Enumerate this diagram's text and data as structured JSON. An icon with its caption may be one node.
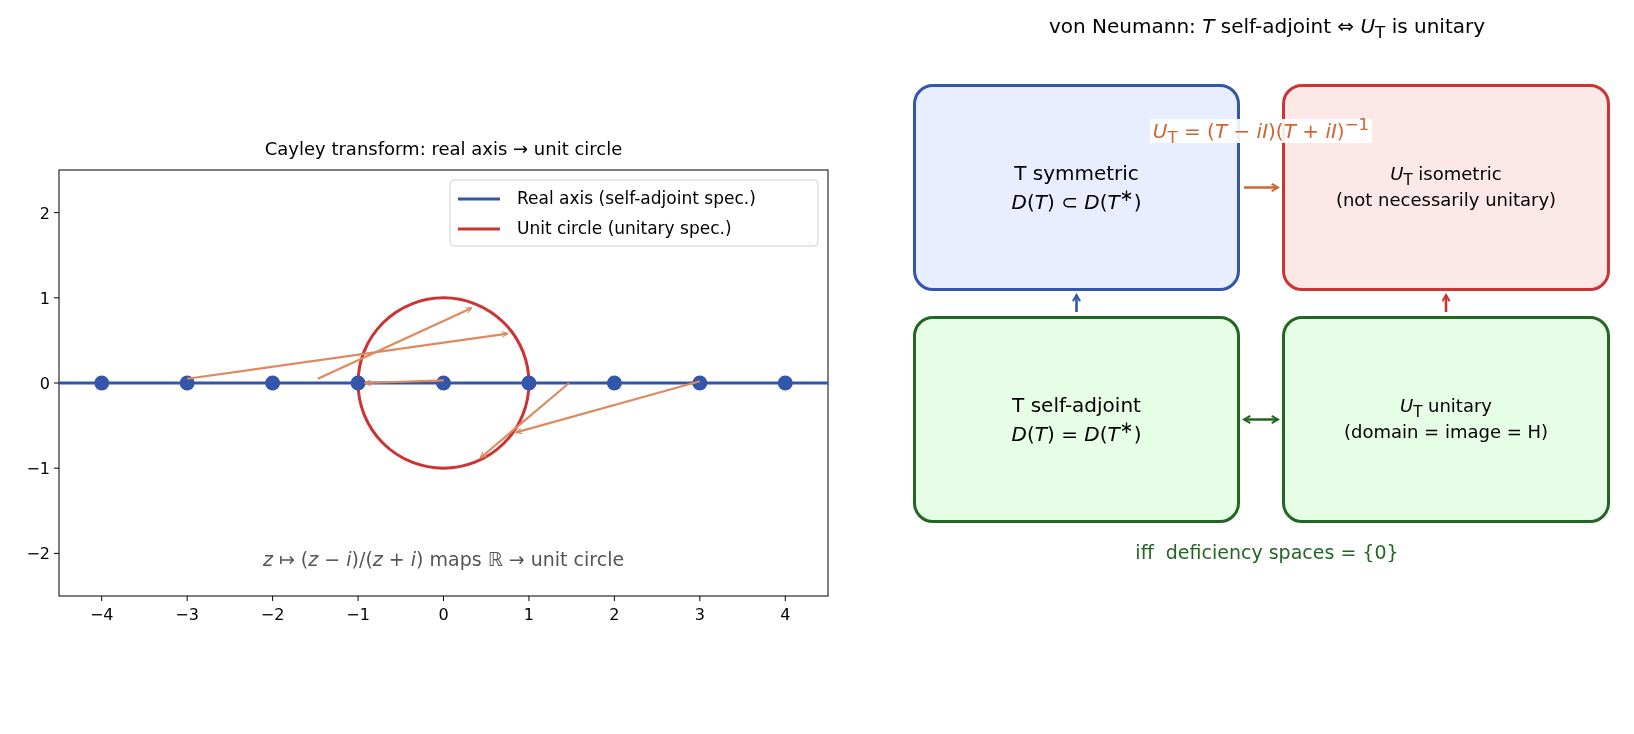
{
  "diagram": {
    "title": "von Neumann: *T* self-adjoint ⇔ *U*$_{T}$ is unitary",
    "nodes": [
      {
        "text": [
          "T symmetric",
          "*D*(*T*) ⊂ *D*(*T*$^{∗}$)"
        ]
      },
      {
        "text": [
          "*U*$_{T}$ isometric",
          "(not necessarily unitary)"
        ]
      },
      {
        "text": [
          "T self-adjoint",
          "*D*(*T*) = *D*(*T*$^{∗}$)"
        ]
      },
      {
        "text": [
          "*U*$_{T}$ unitary",
          "(domain = image = H)"
        ]
      }
    ],
    "edges": [
      {
        "from": 0,
        "to": 1,
        "arrow": "to",
        "label": "*U*$_{T}$ = (*T* − *iI*)(*T* + *iI*)$^{−1}$",
        "color": "#cc6633"
      },
      {
        "from": 2,
        "to": 0,
        "arrow": "to",
        "color": "#3355aa"
      },
      {
        "from": 3,
        "to": 1,
        "arrow": "to",
        "color": "#cc3333"
      },
      {
        "from": 2,
        "to": 3,
        "arrow": "both",
        "color": "#226622"
      }
    ],
    "labels": [
      "iff  deficiency spaces = {0}"
    ],
    "legend": [
      {
        "text": "Real axis (self-adjoint spec.)"
      },
      {
        "text": "Unit circle (unitary spec.)"
      }
    ],
    "chart_data": {
      "type": "scatter",
      "title": "Cayley transform: real axis → unit circle",
      "x": [
        -4,
        -3,
        -2,
        -1,
        0,
        1,
        2,
        3,
        4
      ],
      "series": [
        {
          "color": "#3355aa",
          "values": [
            0,
            0,
            0,
            0,
            0,
            0,
            0,
            0,
            0
          ]
        }
      ],
      "ref_lines": [
        {
          "axis": "y",
          "value": 0,
          "color": "#3355aa"
        }
      ],
      "xlim": [
        -4.5,
        4.5
      ],
      "ylim": [
        -2.5,
        2.5
      ],
      "xticks": [
        {
          "value": -4,
          "label": "−4"
        },
        {
          "value": -3,
          "label": "−3"
        },
        {
          "value": -2,
          "label": "−2"
        },
        {
          "value": -1,
          "label": "−1"
        },
        0,
        1,
        2,
        3,
        4
      ],
      "yticks": [
        {
          "value": -2,
          "label": "−2"
        },
        {
          "value": -1,
          "label": "−1"
        },
        0,
        1,
        2
      ],
      "annotations": [
        "*z* ↦ (*z* − *i*)/(*z* + *i*) maps ℝ → unit circle"
      ]
    }
  }
}
